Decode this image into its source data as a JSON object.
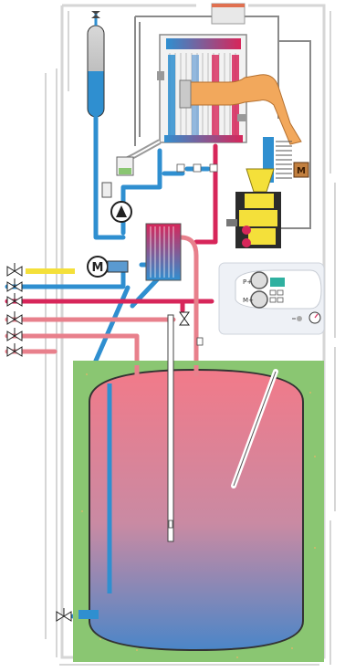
{
  "labels": {
    "pump_motor": "M",
    "gas_motor": "M",
    "control_left_top": "P+",
    "control_left_bottom": "M+"
  },
  "colors": {
    "hot": "#d7265a",
    "hot_light": "#e8808c",
    "cold": "#2f8fd0",
    "cold_light": "#7fc0ea",
    "flue_orange": "#f2a85c",
    "gas_yellow": "#f4e03a",
    "tank_top": "#ef7484",
    "tank_bottom": "#4f86c9",
    "grass": "#8ac672",
    "casing_line": "#d7d7d7",
    "panel": "#eef1f6",
    "display": "#2fb0a0"
  },
  "icons": [
    "valve-icon",
    "pump-icon",
    "motor-icon",
    "gauge-icon",
    "burner-icon",
    "heat-exchanger-icon",
    "expansion-vessel-icon",
    "gas-valve-icon",
    "control-panel-icon"
  ]
}
